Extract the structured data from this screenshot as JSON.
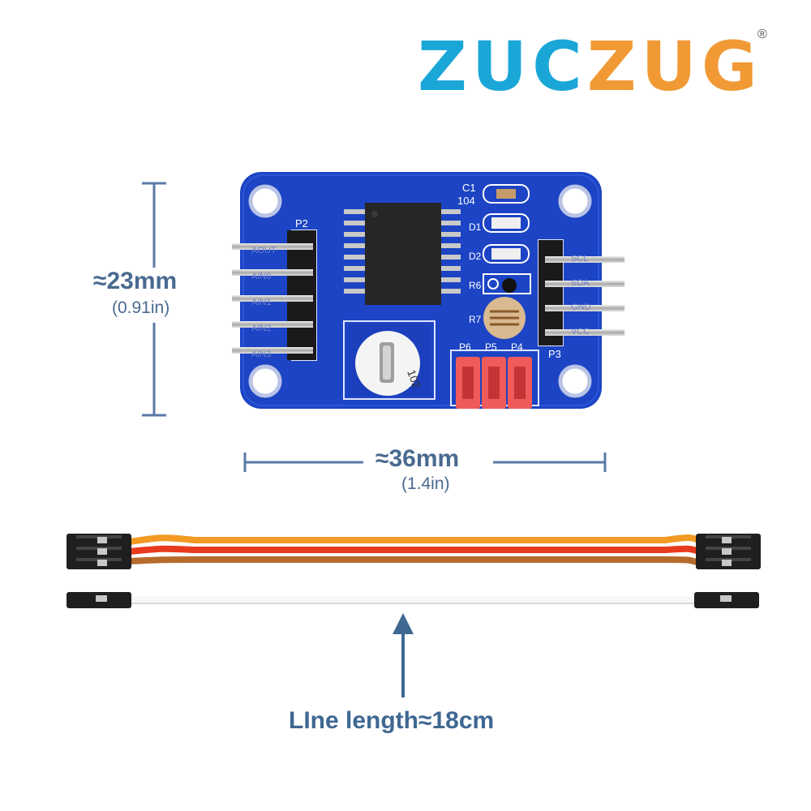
{
  "logo": {
    "part1": "ZUC",
    "part2": "ZUG",
    "registered": "®"
  },
  "dimensions": {
    "height": {
      "label": "≈23mm",
      "sub": "(0.91in)"
    },
    "width": {
      "label": "≈36mm",
      "sub": "(1.4in)"
    },
    "line": {
      "label": "LIne length≈18cm"
    }
  },
  "board": {
    "left_header": "P2",
    "right_header": "P3",
    "components": {
      "c1": "C1",
      "c1_value": "104",
      "d1": "D1",
      "d2": "D2",
      "r6": "R6",
      "r7": "R7",
      "pot": "102",
      "p6": "P6",
      "p5": "P5",
      "p4": "P4"
    },
    "left_pins": [
      "AOUT",
      "AIN0",
      "AIN1",
      "AIN2",
      "AIN3"
    ],
    "right_pins": [
      "SCL",
      "SDA",
      "GND",
      "VCC"
    ]
  },
  "colors": {
    "dimension": "#4a6a90",
    "board": "#1c44c4",
    "logo_blue": "#1aa7d8",
    "logo_orange": "#f19a35",
    "wire_orange": "#f29a24",
    "wire_red": "#e83a1c",
    "wire_brown": "#b66a2c"
  }
}
